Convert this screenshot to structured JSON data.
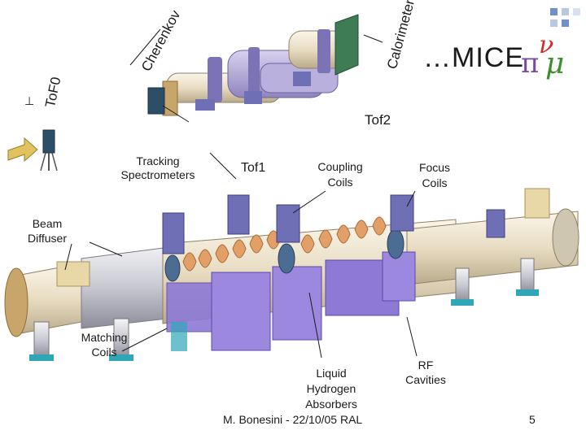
{
  "slide": {
    "title": "…MICE",
    "footer_text": "M. Bonesini - 22/10/05 RAL",
    "page_number": "5"
  },
  "labels": {
    "tof0": "ToF0",
    "cherenkov": "Cherenkov",
    "calorimeter": "Calorimeter",
    "tof2": "Tof2",
    "tof1": "Tof1",
    "tracking_spectrometers": "Tracking Spectrometers",
    "coupling_coils": "Coupling Coils",
    "focus_coils": "Focus Coils",
    "beam_diffuser": "Beam Diffuser",
    "matching_coils": "Matching Coils",
    "liquid_hydrogen_absorbers": "Liquid Hydrogen Absorbers",
    "rf_cavities": "RF Cavities"
  },
  "colors": {
    "accent_blue": "#5b7fb5",
    "logo_red": "#d42a2a",
    "logo_green": "#3e8e2e",
    "logo_purple": "#7a4aa0",
    "magnet_orange": "#e2a068",
    "support_purple": "#8e7ad6",
    "cryostat_silver": "#d8d2c6"
  }
}
